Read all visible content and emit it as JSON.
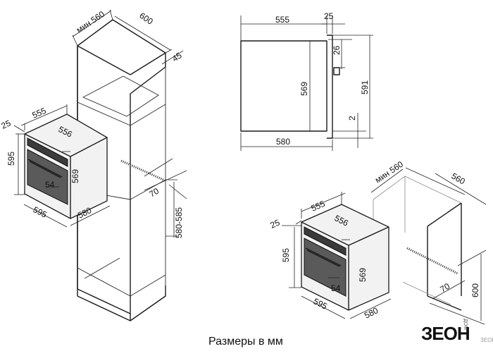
{
  "caption": "Размеры в мм",
  "logo": {
    "main": "ЗЕОН",
    "sub": "ЗЕОН+",
    "side": "ДОМ"
  },
  "labels": {
    "l600": "600",
    "l560top": "мин 560",
    "l45": "45",
    "l555": "555",
    "l25": "25",
    "l556": "556",
    "l595": "595",
    "l569": "569",
    "l54": "54",
    "l595b": "595",
    "l580": "580",
    "l70": "70",
    "l580585": "580-585",
    "s555": "555",
    "s25": "25",
    "s26": "26",
    "s569": "569",
    "s591": "591",
    "s2": "2",
    "s580": "580",
    "b560a": "мин 560",
    "b560b": "560",
    "b555": "555",
    "b25": "25",
    "b556": "556",
    "b595": "595",
    "b569": "569",
    "b54": "54",
    "b595b": "595",
    "b580": "580",
    "b70": "70",
    "b600": "600"
  }
}
